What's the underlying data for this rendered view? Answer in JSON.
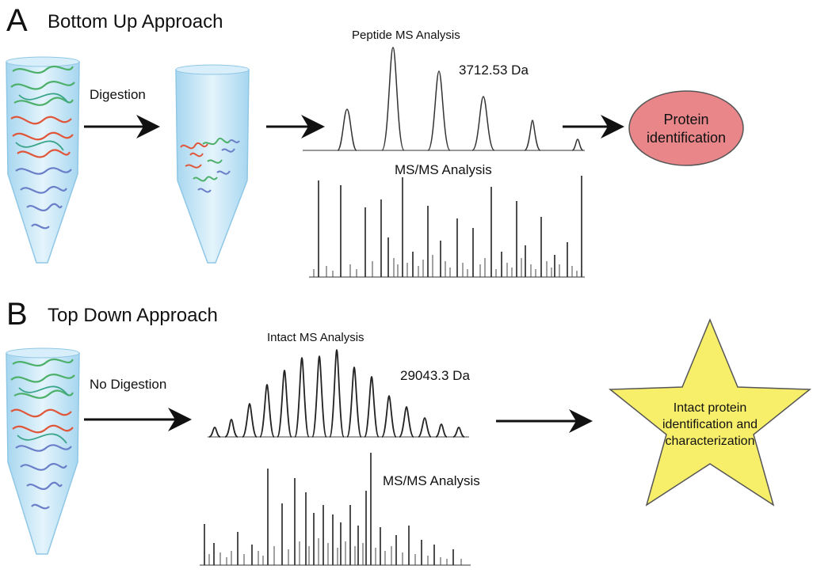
{
  "section_a": {
    "letter": "A",
    "title": "Bottom Up Approach",
    "step_label": "Digestion",
    "peptide_ms_title": "Peptide MS Analysis",
    "peptide_mass": "3712.53 Da",
    "msms_title": "MS/MS Analysis",
    "result": "Protein identification",
    "result_line1": "Protein",
    "result_line2": "identification",
    "result_color": "#e8868a"
  },
  "section_b": {
    "letter": "B",
    "title": "Top Down Approach",
    "step_label": "No Digestion",
    "intact_ms_title": "Intact MS Analysis",
    "intact_mass": "29043.3 Da",
    "msms_title": "MS/MS Analysis",
    "result_line1": "Intact protein",
    "result_line2": "identification and",
    "result_line3": "characterization",
    "result_color": "#f7ef6a"
  },
  "colors": {
    "tube_fill": "#bfe3f5",
    "tube_edge": "#8fc7e6",
    "strand_green": "#4db06a",
    "strand_red": "#e0563a",
    "strand_blue": "#6a7fc8",
    "arrow": "#111111"
  }
}
